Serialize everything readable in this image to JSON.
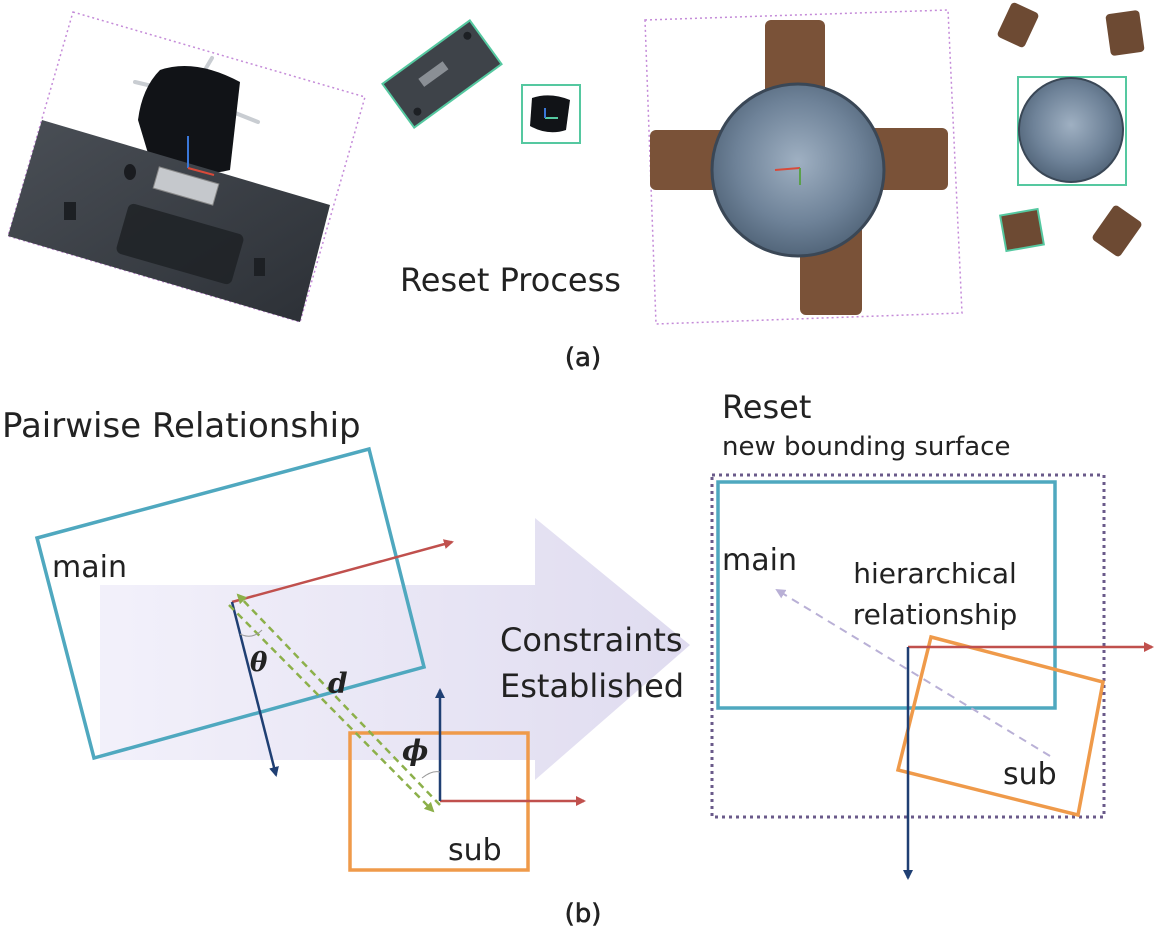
{
  "panel_a": {
    "reset_process_label": "Reset Process",
    "caption": "(a)"
  },
  "panel_b": {
    "pairwise_title": "Pairwise Relationship",
    "left_main_label": "main",
    "left_sub_label": "sub",
    "theta_symbol": "θ",
    "d_symbol": "d",
    "phi_symbol": "ϕ",
    "arrow_label_line1": "Constraints",
    "arrow_label_line2": "Established",
    "reset_title": "Reset",
    "reset_subtitle": "new bounding surface",
    "right_main_label": "main",
    "hier_line1": "hierarchical",
    "hier_line2": "relationship",
    "right_sub_label": "sub",
    "caption": "(b)"
  },
  "colors": {
    "main_box": "#4fa8bf",
    "sub_box": "#ef9a4a",
    "red_axis": "#c0504d",
    "blue_axis": "#1f3f73",
    "green_dashed": "#8cb04a",
    "dotted_bound": "#6a5a8a",
    "scene_frame": "#55c8a0",
    "pink_dotted": "#c48ad8"
  }
}
